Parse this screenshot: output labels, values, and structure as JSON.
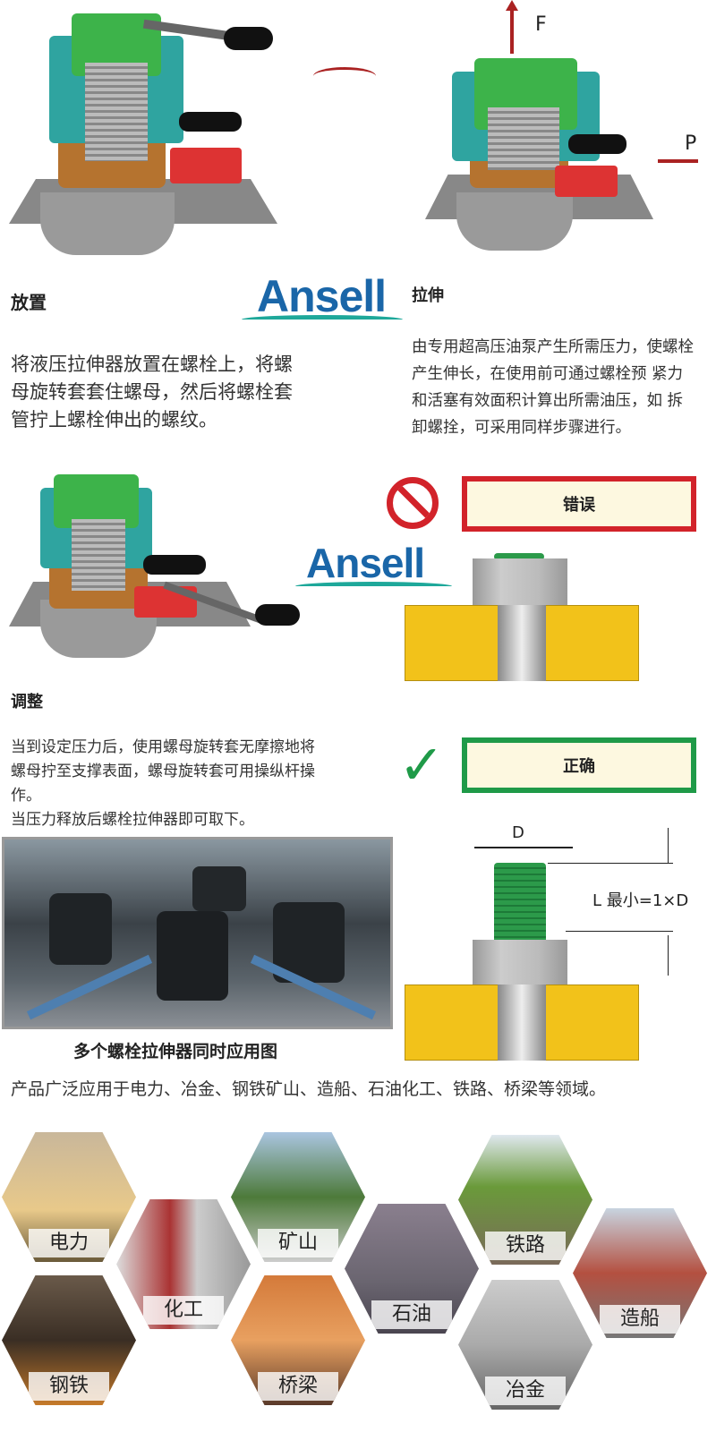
{
  "diagram_labels": {
    "force": "F",
    "pressure": "P",
    "diameter": "D",
    "length_rule": "L 最小=1×D"
  },
  "brand": {
    "logo_text": "Ansell"
  },
  "steps": [
    {
      "title": "放置",
      "text": "将液压拉伸器放置在螺栓上，将螺母旋转套套住螺母，然后将螺栓套管拧上螺栓伸出的螺纹。"
    },
    {
      "title": "拉伸",
      "text": "由专用超高压油泵产生所需压力，使螺栓产生伸长，在使用前可通过螺栓预 紧力和活塞有效面积计算出所需油压，如 拆卸螺拴，可采用同样步骤进行。"
    },
    {
      "title": "调整",
      "text": "当到设定压力后，使用螺母旋转套无摩擦地将螺母拧至支撑表面，螺母旋转套可用操纵杆操作。",
      "text2": "当压力释放后螺栓拉伸器即可取下。"
    }
  ],
  "wrong": {
    "label": "错误",
    "color": "#d2232a"
  },
  "right": {
    "label": "正确",
    "color": "#1f9a48"
  },
  "photo_caption": "多个螺栓拉伸器同时应用图",
  "applications_text": "产品广泛应用于电力、冶金、钢铁矿山、造船、石油化工、铁路、桥梁等领域。",
  "industries": [
    "电力",
    "化工",
    "矿山",
    "石油",
    "铁路",
    "造船",
    "钢铁",
    "桥梁",
    "冶金"
  ]
}
